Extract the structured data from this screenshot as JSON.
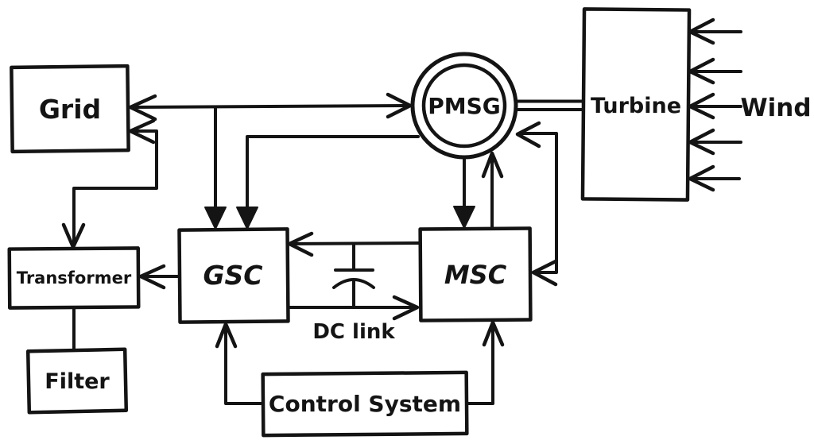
{
  "figure": {
    "title": "PMSG wind turbine power conversion system block diagram",
    "style": "hand-drawn black-and-white sketch",
    "colors": {
      "stroke": "#141414",
      "background": "#ffffff"
    }
  },
  "nodes": {
    "grid": {
      "label": "Grid",
      "shape": "rect"
    },
    "pmsg": {
      "label": "PMSG",
      "shape": "double-circle"
    },
    "turbine": {
      "label": "Turbine",
      "shape": "rect"
    },
    "gsc": {
      "label": "GSC",
      "shape": "rect"
    },
    "msc": {
      "label": "MSC",
      "shape": "rect"
    },
    "transformer": {
      "label": "Transformer",
      "shape": "rect"
    },
    "filter": {
      "label": "Filter",
      "shape": "rect"
    },
    "control": {
      "label": "Control System",
      "shape": "rect"
    }
  },
  "annotations": {
    "dc_link": "DC link",
    "wind": "Wind",
    "capacitor": "dc-link-capacitor-symbol",
    "wind_arrow_count": 5
  },
  "edges": [
    {
      "id": "grid-pmsg-line",
      "from": "pmsg",
      "to": "grid",
      "arrows": "both"
    },
    {
      "id": "gridline-to-gsc",
      "from": "grid-pmsg-line",
      "to": "gsc",
      "arrows": "end"
    },
    {
      "id": "pmsg-to-gsc",
      "from": "pmsg",
      "to": "gsc",
      "arrows": "end"
    },
    {
      "id": "grid-transformer",
      "from": "grid",
      "to": "transformer",
      "arrows": "both"
    },
    {
      "id": "gsc-to-transformer",
      "from": "gsc",
      "to": "transformer",
      "arrows": "end"
    },
    {
      "id": "transformer-filter",
      "from": "transformer",
      "to": "filter",
      "arrows": "none"
    },
    {
      "id": "msc-to-gsc-dc-top",
      "from": "msc",
      "to": "gsc",
      "arrows": "end"
    },
    {
      "id": "gsc-to-msc-dc-bottom",
      "from": "gsc",
      "to": "msc",
      "arrows": "end"
    },
    {
      "id": "pmsg-to-msc",
      "from": "pmsg",
      "to": "msc",
      "arrows": "end"
    },
    {
      "id": "msc-to-pmsg",
      "from": "msc",
      "to": "pmsg",
      "arrows": "end"
    },
    {
      "id": "pmsg-msc-right-loop",
      "from": "pmsg",
      "to": "msc",
      "arrows": "both"
    },
    {
      "id": "turbine-pmsg-shaft",
      "from": "turbine",
      "to": "pmsg",
      "arrows": "none",
      "style": "double-line"
    },
    {
      "id": "control-to-gsc",
      "from": "control",
      "to": "gsc",
      "arrows": "end"
    },
    {
      "id": "control-to-msc",
      "from": "control",
      "to": "msc",
      "arrows": "end"
    },
    {
      "id": "wind-to-turbine",
      "from": "wind",
      "to": "turbine",
      "arrows": "end",
      "count": 5
    }
  ]
}
